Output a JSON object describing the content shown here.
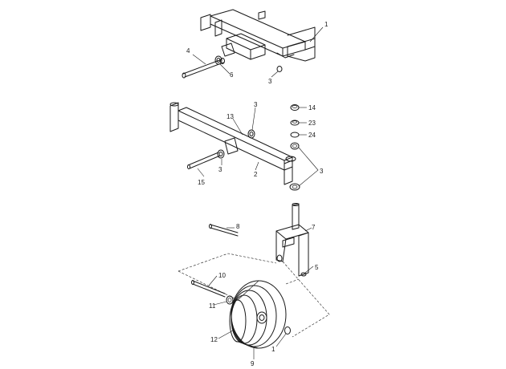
{
  "callouts": [
    {
      "id": "c1",
      "text": "1"
    },
    {
      "id": "c4a",
      "text": "4"
    },
    {
      "id": "c6",
      "text": "6"
    },
    {
      "id": "c3a",
      "text": "3"
    },
    {
      "id": "c13",
      "text": "13"
    },
    {
      "id": "c3b",
      "text": "3"
    },
    {
      "id": "c14",
      "text": "14"
    },
    {
      "id": "c23",
      "text": "23"
    },
    {
      "id": "c24",
      "text": "24"
    },
    {
      "id": "c3c",
      "text": "3"
    },
    {
      "id": "c2",
      "text": "2"
    },
    {
      "id": "c3d",
      "text": "3"
    },
    {
      "id": "c15",
      "text": "15"
    },
    {
      "id": "c8",
      "text": "8"
    },
    {
      "id": "c7",
      "text": "7"
    },
    {
      "id": "c5",
      "text": "5"
    },
    {
      "id": "c10",
      "text": "10"
    },
    {
      "id": "c11",
      "text": "11"
    },
    {
      "id": "c12",
      "text": "12"
    },
    {
      "id": "c9",
      "text": "9"
    },
    {
      "id": "c1b",
      "text": "1"
    }
  ]
}
